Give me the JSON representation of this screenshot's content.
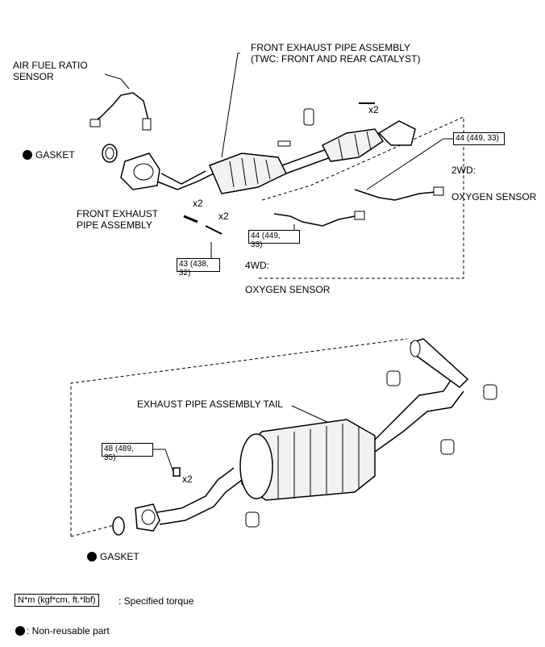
{
  "labels": {
    "front_pipe_assy": "FRONT EXHAUST PIPE ASSEMBLY\n(TWC: FRONT AND REAR CATALYST)",
    "af_sensor": "AIR FUEL RATIO\nSENSOR",
    "gasket_top": "GASKET",
    "front_pipe_small": "FRONT EXHAUST\nPIPE ASSEMBLY",
    "wd2": "2WD:",
    "oxygen_2wd": "OXYGEN SENSOR",
    "wd4": "4WD:",
    "oxygen_4wd": "OXYGEN SENSOR",
    "tail_assy": "EXHAUST PIPE ASSEMBLY TAIL",
    "gasket_bottom": "GASKET"
  },
  "torques": {
    "t2wd": "44 (449, 33)",
    "t4wd": "44 (449,\n33)",
    "t43": "43 (438,\n32)",
    "t48": "48 (489,\n35)"
  },
  "multipliers": {
    "m1": "x2",
    "m2": "x2",
    "m3": "x2",
    "m4": "x2"
  },
  "legend": {
    "torque_box": "N*m (kgf*cm, ft.*lbf)",
    "torque_desc": ": Specified torque",
    "nonreusable": ": Non-reusable part"
  },
  "colors": {
    "line": "#000000",
    "part_fill": "#f2f2f2"
  }
}
